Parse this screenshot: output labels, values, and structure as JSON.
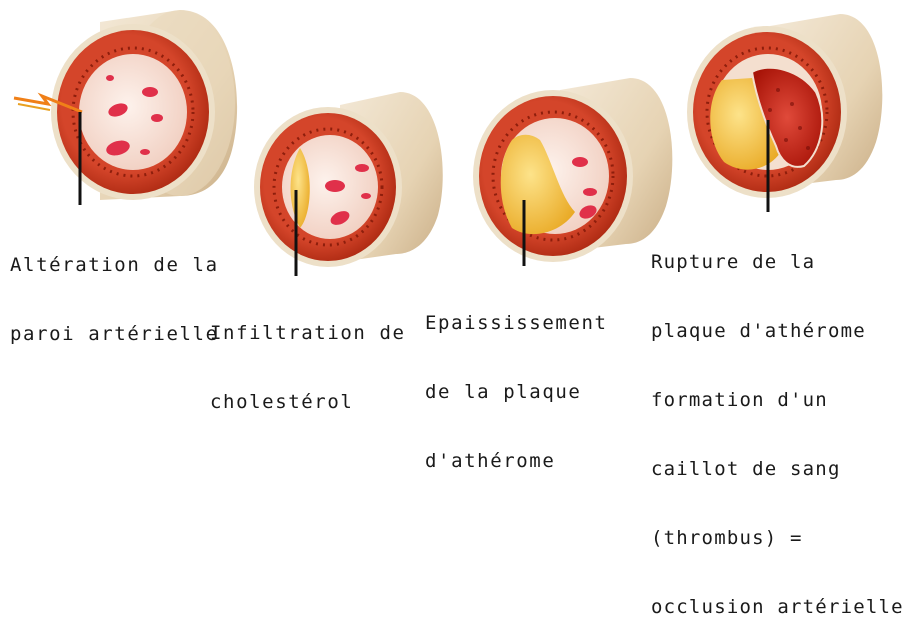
{
  "stages": [
    {
      "id": "stage-1",
      "lines": [
        "Altération de la",
        "paroi artérielle"
      ]
    },
    {
      "id": "stage-2",
      "lines": [
        "Infiltration de",
        "cholestérol"
      ]
    },
    {
      "id": "stage-3",
      "lines": [
        "Epaississement",
        "de la plaque",
        "d'athérome"
      ]
    },
    {
      "id": "stage-4",
      "lines": [
        "Rupture de la",
        "plaque d'athérome",
        "formation d'un",
        "caillot de sang",
        "(thrombus) =",
        "occlusion artérielle"
      ]
    }
  ],
  "colors": {
    "outer_wall": "#e9d9bd",
    "muscle_layer": "#c8381c",
    "intima": "#8e1e0c",
    "lumen": "#f8e4dc",
    "plaque": "#f2c23a",
    "blood_cell": "#e0304a",
    "thrombus": "#b01810"
  }
}
